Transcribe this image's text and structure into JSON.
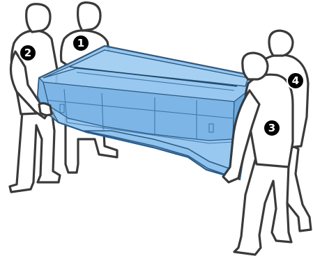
{
  "badges": [
    {
      "id": "1",
      "label": "1"
    },
    {
      "id": "2",
      "label": "2"
    },
    {
      "id": "3",
      "label": "3"
    },
    {
      "id": "4",
      "label": "4"
    }
  ],
  "colors": {
    "printer_fill": "#8fc3ee",
    "printer_fill_dark": "#6ea9dc",
    "printer_outline": "#2c5b86",
    "person_outline": "#3a3a3a",
    "badge_fill": "#000000",
    "badge_text": "#ffffff"
  }
}
